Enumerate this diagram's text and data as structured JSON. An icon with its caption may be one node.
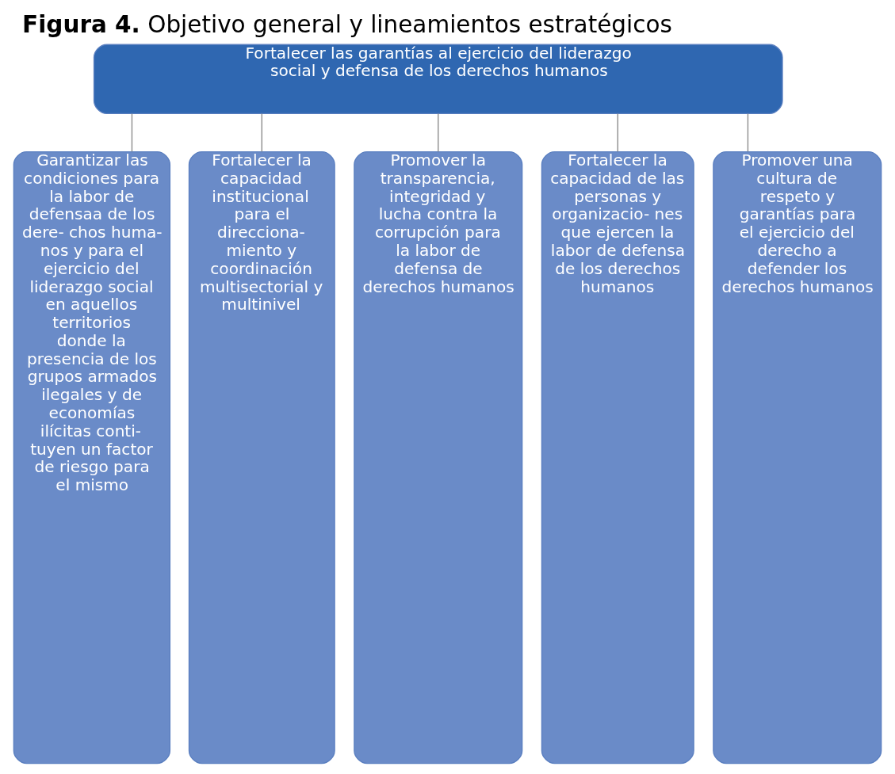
{
  "diagram": {
    "title": "**Figura 4.** Objetivo general y lineamientos estratégicos",
    "nodes": [
      {
        "text": [
          "Fortalecer las garantías al ejercicio del liderazgo social y defensa de los derechos humanos"
        ]
      },
      {
        "text": [
          "Garantizar las condiciones para la labor de defensaa de los dere- chos huma- nos y para el ejercicio del liderazgo social en aquellos territorios donde la presencia de los grupos armados ilegales y de economías ilícitas conti- tuyen un factor de riesgo para el mismo"
        ]
      },
      {
        "text": [
          "Fortalecer la capacidad institucional para el direcciona- miento y coordinación multisectorial y multinivel"
        ]
      },
      {
        "text": [
          "Promover la transparencia, integridad y lucha contra la corrupción para la labor de defensa de derechos humanos"
        ]
      },
      {
        "text": [
          "Fortalecer la capacidad de las personas y organizacio- nes que ejercen la labor de defensa de los derechos humanos"
        ]
      },
      {
        "text": [
          "Promover una cultura de respeto y garantías para el ejercicio del derecho a defender los derechos humanos"
        ]
      }
    ],
    "edges": [
      {
        "from": 0,
        "to": 1,
        "arrow": "none"
      },
      {
        "from": 0,
        "to": 2,
        "arrow": "none"
      },
      {
        "from": 0,
        "to": 3,
        "arrow": "none"
      },
      {
        "from": 0,
        "to": 4,
        "arrow": "none"
      },
      {
        "from": 0,
        "to": 5,
        "arrow": "none"
      }
    ]
  }
}
